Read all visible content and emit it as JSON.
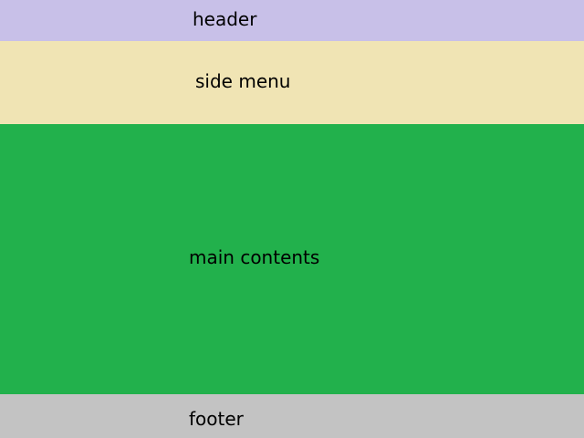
{
  "header": {
    "label": "header",
    "background": "#c8c0e8"
  },
  "side_menu": {
    "label": "side menu",
    "background": "#f0e4b4"
  },
  "main": {
    "label": "main contents",
    "background": "#22b14c"
  },
  "footer": {
    "label": "footer",
    "background": "#c3c3c3"
  }
}
